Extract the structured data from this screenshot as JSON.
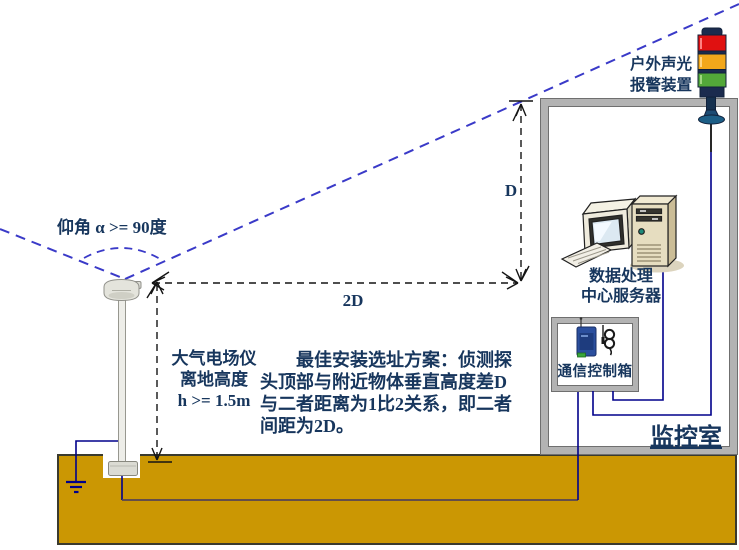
{
  "angle": {
    "label": "仰角 α >= 90度"
  },
  "pole": {
    "height_lines": [
      "大气电场仪",
      "离地高度",
      "h >= 1.5m"
    ]
  },
  "dims": {
    "vertical": "D",
    "horizontal": "2D"
  },
  "note": {
    "lines": [
      "最佳安装选址方案：侦测探",
      "头顶部与附近物体垂直高度差D",
      "与二者距离为1比2关系，即二者",
      "间距为2D。"
    ]
  },
  "room": {
    "label": "监控室"
  },
  "alarm": {
    "lines": [
      "户外声光",
      "报警装置"
    ]
  },
  "server": {
    "lines": [
      "数据处理",
      "中心服务器"
    ]
  },
  "commbox": {
    "label": "通信控制箱"
  },
  "colors": {
    "text": "#17365D",
    "sight_ray": "#3A3AC8",
    "dimension_line": "#141414",
    "wire": "#00008B",
    "ground_fill": "#CB9703",
    "wall_gray": "#B3B3B3",
    "alarm_red": "#E01111",
    "alarm_amber": "#F2A71B",
    "alarm_green": "#53A839"
  }
}
